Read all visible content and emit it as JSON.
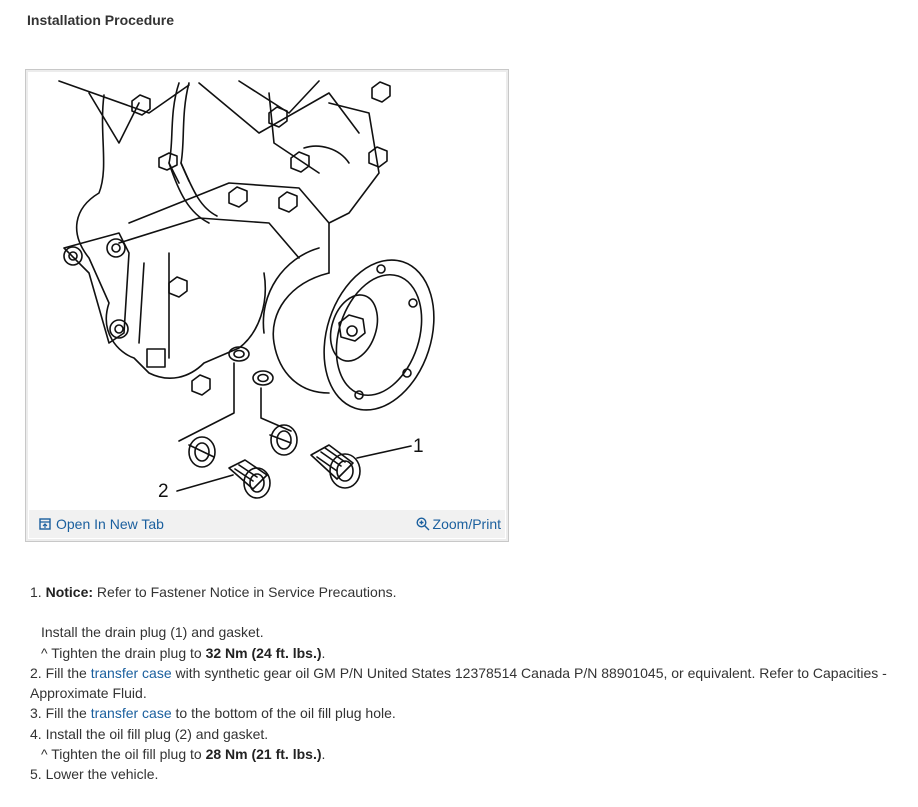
{
  "page": {
    "title": "Installation Procedure"
  },
  "figure": {
    "callout_1": "1",
    "callout_2": "2",
    "open_tab_label": "Open In New Tab",
    "zoom_label": "Zoom/Print"
  },
  "steps": {
    "s1_num": "1.",
    "s1_notice_label": "Notice:",
    "s1_notice_text": " Refer to Fastener Notice in Service Precautions.",
    "s1_install": "Install the drain plug (1) and gasket.",
    "s1_tighten_prefix": "^  Tighten the drain plug to ",
    "s1_torque_nm": "32 Nm",
    "s1_torque_ft": " (24 ft. lbs.)",
    "s1_end": ".",
    "s2_num": "2.",
    "s2_a": " Fill the ",
    "s2_link": "transfer case",
    "s2_b": " with synthetic gear oil GM P/N United States 12378514 Canada P/N 88901045, or equivalent. Refer to Capacities - Approximate Fluid.",
    "s3_num": "3.",
    "s3_a": " Fill the ",
    "s3_link": "transfer case",
    "s3_b": " to the bottom of the oil fill plug hole.",
    "s4_num": "4.",
    "s4_text": " Install the oil fill plug (2) and gasket.",
    "s4_tighten_prefix": "^  Tighten the oil fill plug to ",
    "s4_torque_nm": "28 Nm",
    "s4_torque_ft": " (21 ft. lbs.)",
    "s4_end": ".",
    "s5_num": "5.",
    "s5_text": " Lower the vehicle."
  },
  "colors": {
    "link": "#1a5f9e",
    "text": "#333333",
    "bar": "#f1f1f1"
  }
}
